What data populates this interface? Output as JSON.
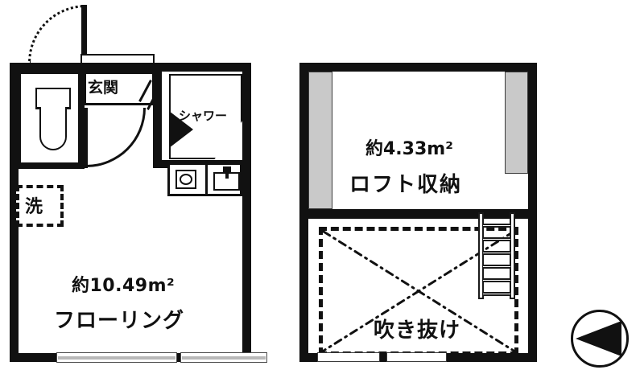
{
  "document": {
    "type": "floor-plan",
    "background_color": "#ffffff",
    "wall_color": "#111111",
    "eave_color": "#c9c9c9"
  },
  "plans": {
    "first_floor": {
      "name": "1F plan",
      "main_room": {
        "area_label": "約10.49m²",
        "room_label": "フローリング"
      },
      "entrance": {
        "label": "玄関"
      },
      "shower": {
        "label": "シャワー"
      },
      "toilet": {
        "icon": "toilet-fixture-icon"
      },
      "washer": {
        "label": "洗"
      },
      "kitchen": {
        "stove_icon": "stove-burner-icon",
        "sink_icon": "sink-basin-icon"
      },
      "windows": [
        {
          "name": "balcony-window-left"
        },
        {
          "name": "balcony-window-right"
        }
      ]
    },
    "loft_floor": {
      "name": "Loft plan",
      "loft": {
        "area_label": "約4.33m²",
        "room_label": "ロフト収納"
      },
      "void": {
        "label": "吹き抜け"
      },
      "ladder": {
        "icon": "ladder-icon",
        "rungs": 6
      },
      "eaves": [
        {
          "name": "eave-left"
        },
        {
          "name": "eave-right"
        }
      ],
      "windows": [
        {
          "name": "loft-window-left"
        },
        {
          "name": "loft-window-right"
        }
      ]
    }
  },
  "compass": {
    "name": "direction-compass",
    "pointing": "west"
  }
}
